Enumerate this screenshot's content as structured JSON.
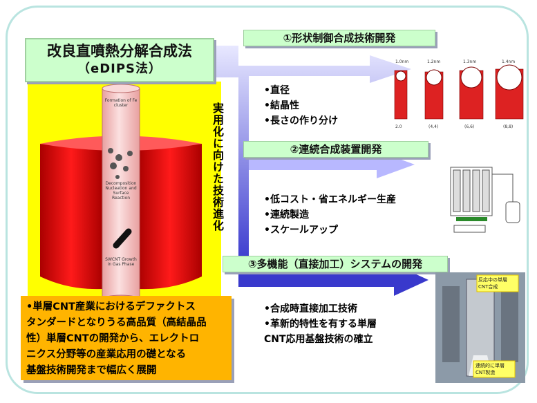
{
  "title": {
    "line1": "改良直噴熱分解合成法",
    "line2": "（eDIPS法）"
  },
  "reactor_labels": {
    "top": "Formation of Fe cluster",
    "middle": "Decomposition Nucleation and Surface Reaction",
    "bottom": "SWCNT Growth in Gas Phase"
  },
  "vertical_label": "実用化に向けた技術進化",
  "sections": [
    {
      "heading": "①形状制御合成技術開発",
      "bullets": [
        "•直径",
        "•結晶性",
        "•長さの作り分け"
      ]
    },
    {
      "heading": "②連続合成装置開発",
      "bullets": [
        "•低コスト・省エネルギー生産",
        "•連続製造",
        "•スケールアップ"
      ]
    },
    {
      "heading": "③多機能（直接加工）システムの開発",
      "bullets": [
        "•合成時直接加工技術",
        "•革新的特性を有する単層",
        "CNT応用基盤技術の確立"
      ]
    }
  ],
  "summary_text": [
    "•単層CNT産業におけるデファクトス",
    "タンダードとなりうる高品質（高結晶品",
    "性）単層CNTの開発から、エレクトロ",
    "ニクス分野等の産業応用の礎となる",
    "基盤技術開発まで幅広く展開"
  ],
  "cnt_models": {
    "top_labels": [
      "1.0nm",
      "1.2nm",
      "1.3nm",
      "1.4nm"
    ],
    "bottom_labels": [
      "2.0",
      "(4,4)",
      "(6,6)",
      "(8,8)"
    ]
  },
  "photo_annotations": {
    "top": "反応中の単層CNT合成",
    "bottom": "連続的に単層CNT製造"
  },
  "colors": {
    "frame": "#b9e4e0",
    "arrow": "#9999ff",
    "panel": "#ffff00",
    "heading_bg": "#ccffcc",
    "summary_bg": "#ffb400",
    "tube": "#f6c8c8"
  }
}
